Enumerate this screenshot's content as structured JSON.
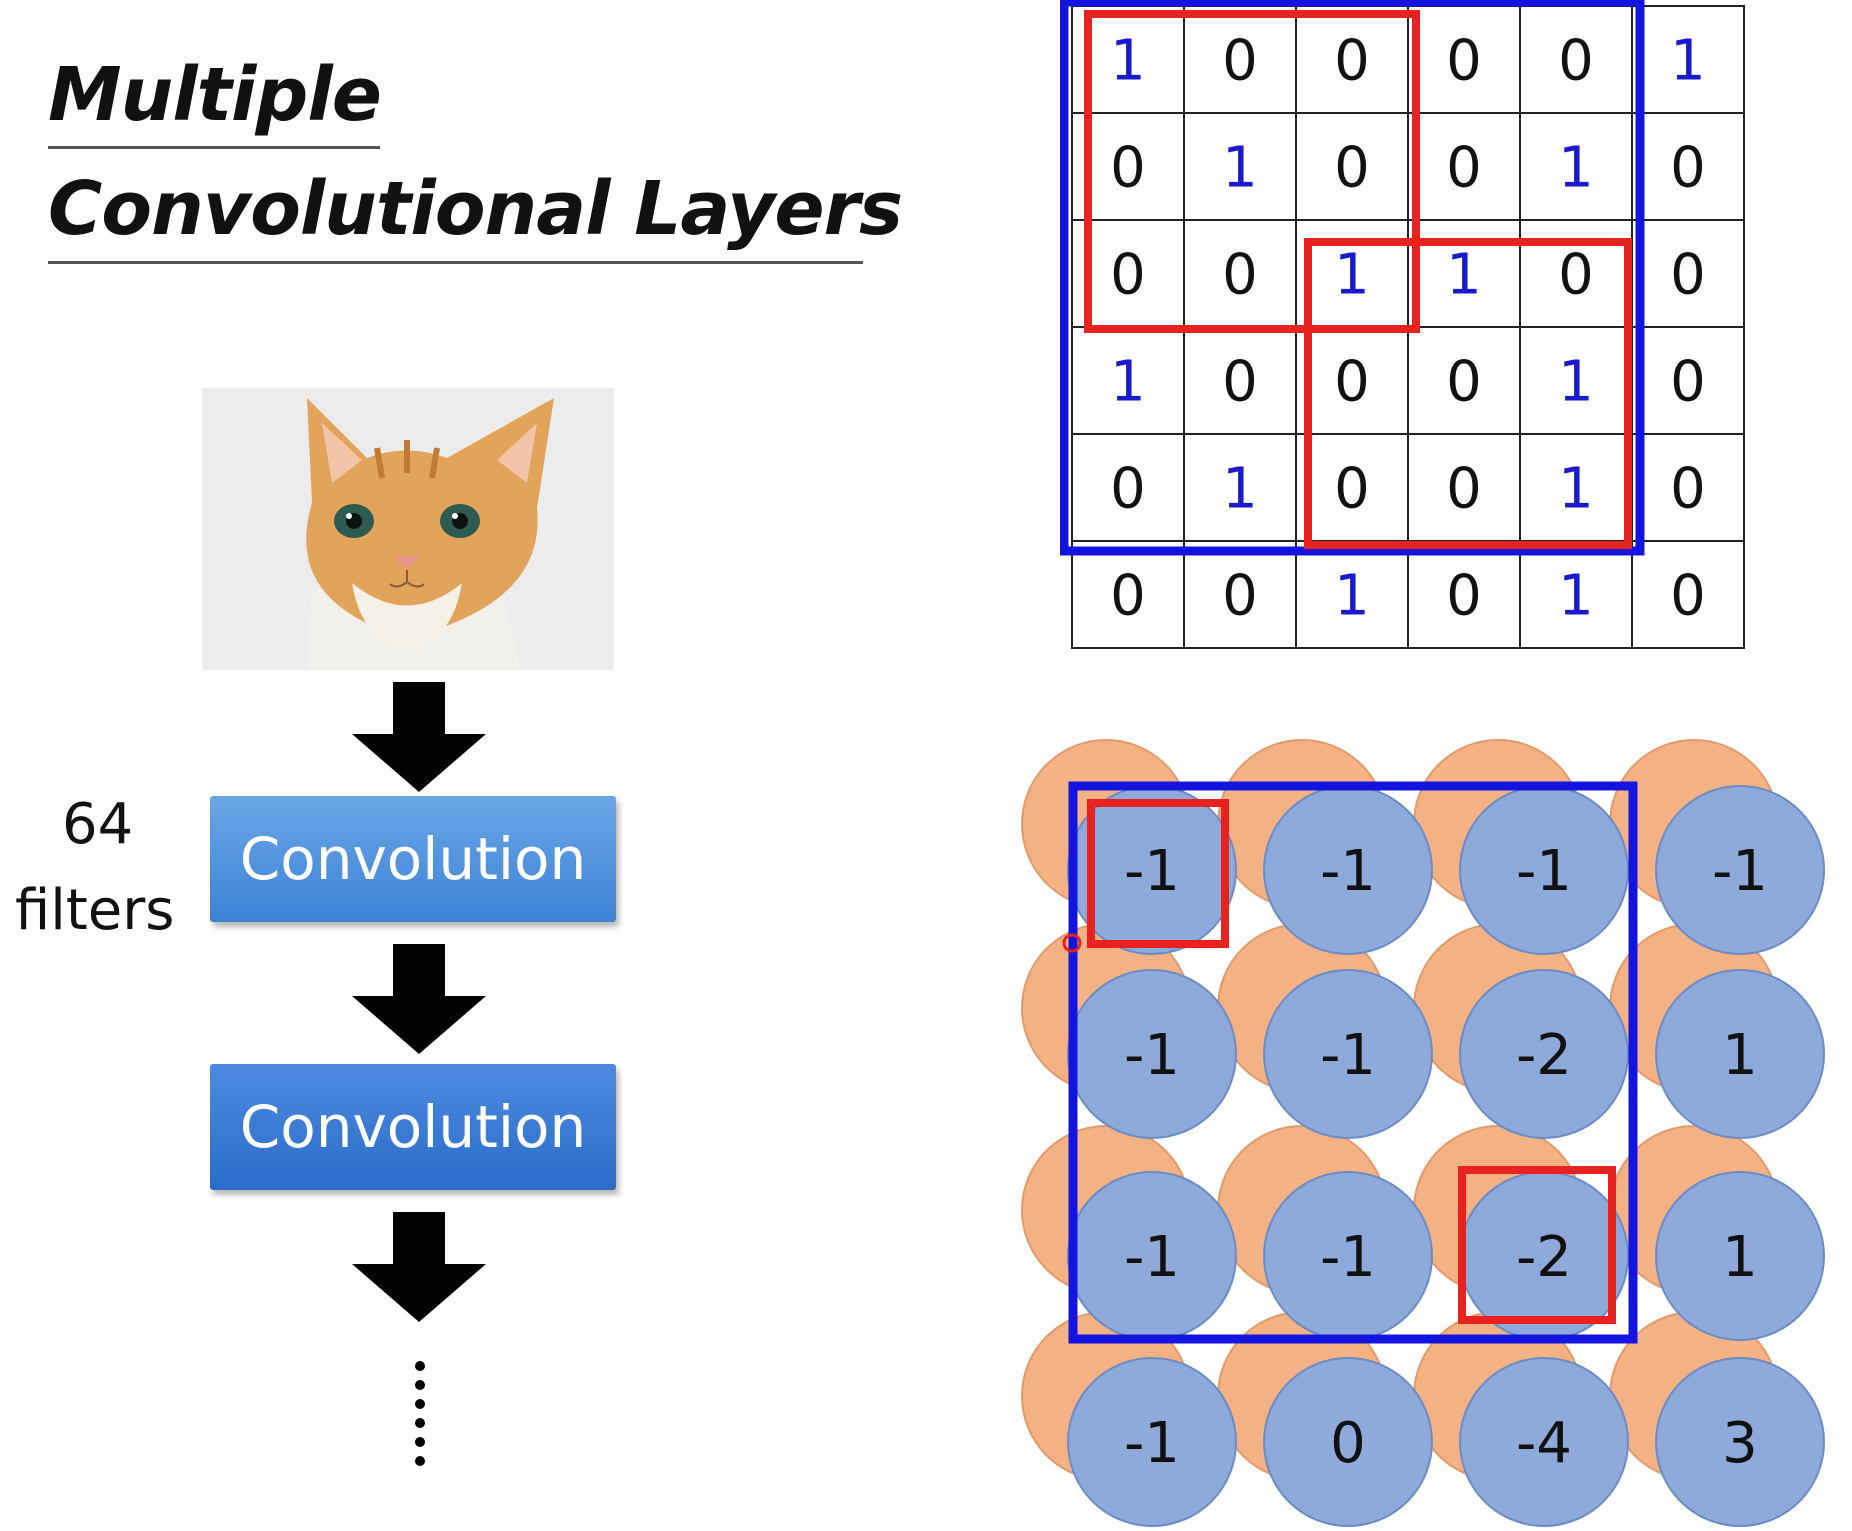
{
  "title": {
    "line1": "Multiple",
    "line2": "Convolutional Layers"
  },
  "network": {
    "filters_count": "64",
    "filters_word": "filters",
    "layers": [
      "Convolution",
      "Convolution"
    ],
    "ellipsis": "⋮"
  },
  "input_matrix": [
    [
      "1",
      "0",
      "0",
      "0",
      "0",
      "1"
    ],
    [
      "0",
      "1",
      "0",
      "0",
      "1",
      "0"
    ],
    [
      "0",
      "0",
      "1",
      "1",
      "0",
      "0"
    ],
    [
      "1",
      "0",
      "0",
      "0",
      "1",
      "0"
    ],
    [
      "0",
      "1",
      "0",
      "0",
      "1",
      "0"
    ],
    [
      "0",
      "0",
      "1",
      "0",
      "1",
      "0"
    ]
  ],
  "feature_map": [
    [
      "-1",
      "-1",
      "-1",
      "-1"
    ],
    [
      "-1",
      "-1",
      "-2",
      "1"
    ],
    [
      "-1",
      "-1",
      "-2",
      "1"
    ],
    [
      "-1",
      "0",
      "-4",
      "3"
    ]
  ],
  "colors": {
    "one_text": "#1a1acc",
    "zero_text": "#111111",
    "red_box": "#e8231f",
    "blue_box": "#1414e0",
    "circle_front": "#8eaadb",
    "circle_back": "#f4b183"
  }
}
